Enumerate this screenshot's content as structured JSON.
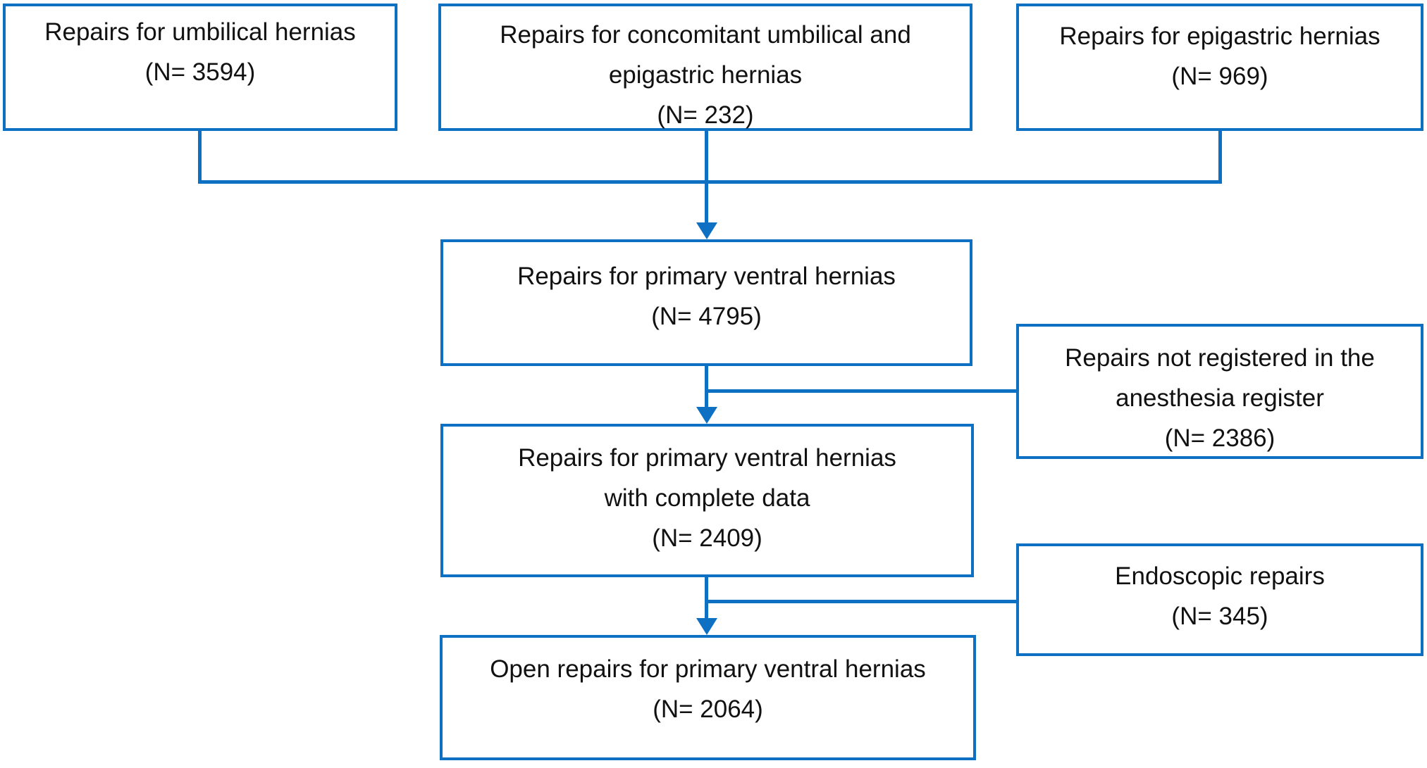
{
  "colors": {
    "line_blue": "#0d70c2",
    "text": "#111111",
    "background": "#ffffff"
  },
  "flowchart": {
    "nodes": [
      {
        "id": "umbilical-repairs",
        "lines": [
          "Repairs for umbilical hernias",
          "(N= 3594)"
        ],
        "n": 3594
      },
      {
        "id": "concomitant-repairs",
        "lines": [
          "Repairs for concomitant umbilical and",
          "epigastric hernias",
          "(N= 232)"
        ],
        "n": 232
      },
      {
        "id": "epigastric-repairs",
        "lines": [
          "Repairs for epigastric hernias",
          "(N= 969)"
        ],
        "n": 969
      },
      {
        "id": "primary-ventral-repairs",
        "lines": [
          "Repairs for primary ventral hernias",
          "(N= 4795)"
        ],
        "n": 4795
      },
      {
        "id": "not-registered-anesthesia",
        "lines": [
          "Repairs not registered in the",
          "anesthesia register",
          "(N= 2386)"
        ],
        "n": 2386
      },
      {
        "id": "complete-data-repairs",
        "lines": [
          "Repairs for primary ventral hernias",
          "with complete data",
          "(N= 2409)"
        ],
        "n": 2409
      },
      {
        "id": "endoscopic-repairs",
        "lines": [
          "Endoscopic repairs",
          "(N= 345)"
        ],
        "n": 345
      },
      {
        "id": "open-primary-ventral-repairs",
        "lines": [
          "Open repairs for primary ventral hernias",
          "(N= 2064)"
        ],
        "n": 2064
      }
    ]
  }
}
